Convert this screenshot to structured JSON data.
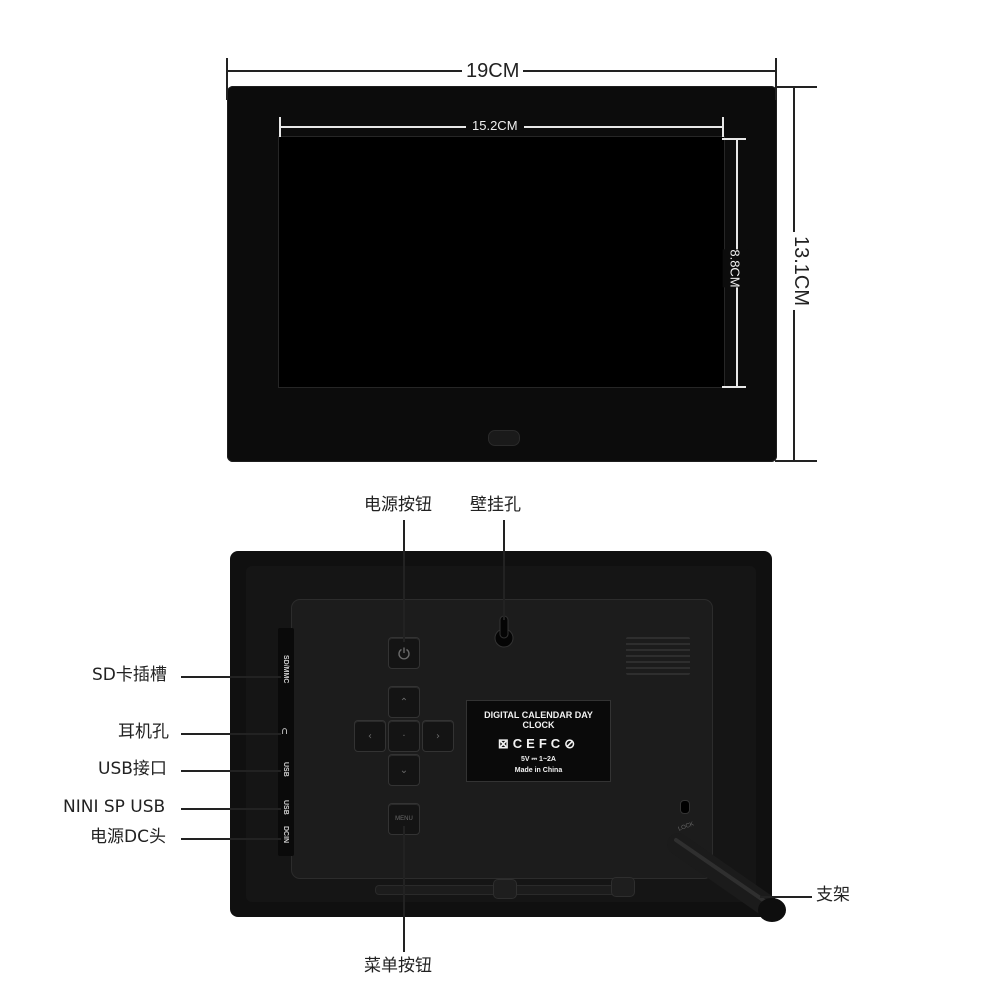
{
  "front_view": {
    "width_label": "19CM",
    "height_label": "13.1CM",
    "screen_width_label": "15.2CM",
    "screen_height_label": "8.8CM"
  },
  "back_view": {
    "callouts": {
      "power_button": "电源按钮",
      "wall_mount": "壁挂孔",
      "sd_slot": "SD卡插槽",
      "headphone": "耳机孔",
      "usb": "USB接口",
      "mini_usb": "NINI SP USB",
      "dc_power": "电源DC头",
      "stand": "支架",
      "menu_button": "菜单按钮"
    },
    "ports": [
      "SD/MMC",
      "USB",
      "USB",
      "DCIN"
    ],
    "plate": {
      "title": "DIGITAL CALENDAR DAY CLOCK",
      "spec": "5V ⎓ 1~2A",
      "origin": "Made in China"
    },
    "menu_key": "MENU",
    "lock_label": "LOCK"
  },
  "icons": [
    "power-icon",
    "arrow-up-icon",
    "arrow-left-icon",
    "center-key-icon",
    "arrow-right-icon",
    "arrow-down-icon",
    "menu-key",
    "ce-mark",
    "fc-mark",
    "weee-mark",
    "recycle-mark",
    "keyhole-icon",
    "speaker-grille",
    "headphone-icon"
  ]
}
